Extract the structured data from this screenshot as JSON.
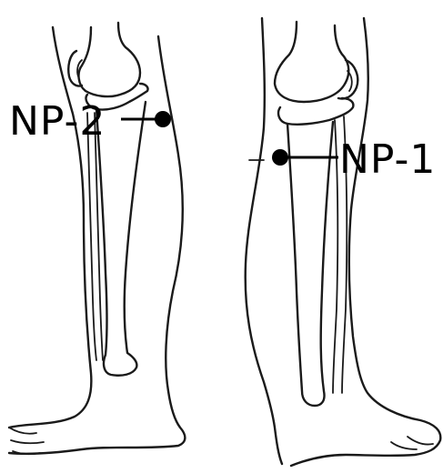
{
  "points": [
    {
      "id": "np-2",
      "label": "NP-2"
    },
    {
      "id": "np-1",
      "label": "NP-1"
    }
  ],
  "colors": {
    "ink": "#000000",
    "paper": "#ffffff"
  }
}
